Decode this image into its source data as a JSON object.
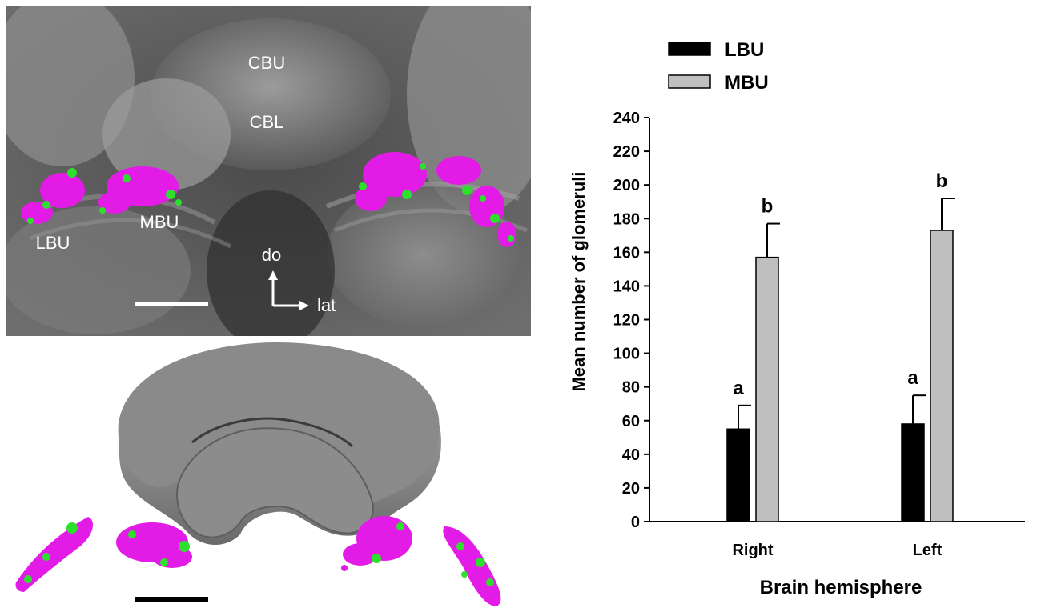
{
  "micrograph": {
    "labels": {
      "cbu": "CBU",
      "cbl": "CBL",
      "lbu": "LBU",
      "mbu": "MBU",
      "do": "do",
      "lat": "lat"
    }
  },
  "colors": {
    "lbu_bar": "#000000",
    "mbu_bar": "#bfbfbf",
    "glomeruli_magenta": "#e21ce6",
    "glomeruli_green": "#2ee02e",
    "central_body": "#8a8a8a"
  },
  "chart_data": {
    "type": "bar",
    "categories": [
      "Right",
      "Left"
    ],
    "series": [
      {
        "name": "LBU",
        "values": [
          55,
          58
        ],
        "errors": [
          14,
          17
        ],
        "letters": [
          "a",
          "a"
        ],
        "color": "#000000"
      },
      {
        "name": "MBU",
        "values": [
          157,
          173
        ],
        "errors": [
          20,
          19
        ],
        "letters": [
          "b",
          "b"
        ],
        "color": "#bfbfbf"
      }
    ],
    "xlabel": "Brain hemisphere",
    "ylabel": "Mean number of glomeruli",
    "ylim": [
      0,
      240
    ],
    "yticks": [
      0,
      20,
      40,
      60,
      80,
      100,
      120,
      140,
      160,
      180,
      200,
      220,
      240
    ],
    "legend_position": "top-left",
    "grid": false
  }
}
